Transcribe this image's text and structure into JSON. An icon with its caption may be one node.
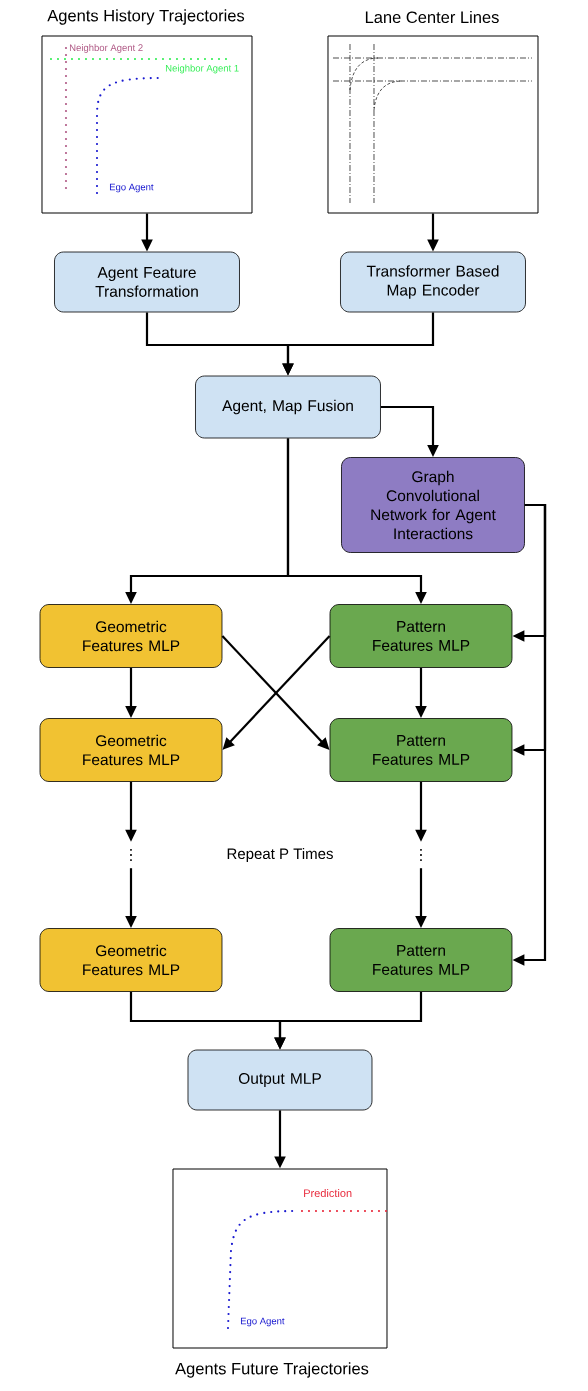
{
  "diagram": {
    "nodes": [
      {
        "text": [
          "Agents History Trajectories",
          "Neighbor Agent 2",
          "Neighbor Agent 1",
          "Ego Agent"
        ]
      },
      {
        "text": [
          "Lane Center Lines"
        ]
      },
      {
        "text": [
          "Agent Feature Transformation"
        ]
      },
      {
        "text": [
          "Transformer Based Map Encoder"
        ]
      },
      {
        "text": [
          "Agent, Map Fusion"
        ]
      },
      {
        "text": [
          "Graph Convolutional Network for Agent Interactions"
        ]
      },
      {
        "text": [
          "Geometric Features MLP"
        ]
      },
      {
        "text": [
          "Pattern Features MLP"
        ]
      },
      {
        "text": [
          "Geometric Features MLP"
        ]
      },
      {
        "text": [
          "Pattern Features MLP"
        ]
      },
      {
        "text": [
          "⋮"
        ]
      },
      {
        "text": [
          "⋮"
        ]
      },
      {
        "text": [
          "Geometric Features MLP"
        ]
      },
      {
        "text": [
          "Pattern Features MLP"
        ]
      },
      {
        "text": [
          "Output MLP"
        ]
      },
      {
        "text": [
          "Prediction",
          "Ego Agent",
          "Agents Future Trajectories"
        ]
      }
    ],
    "edges": [
      {
        "from": 0,
        "to": 2,
        "arrow": "to"
      },
      {
        "from": 1,
        "to": 3,
        "arrow": "to"
      },
      {
        "from": 2,
        "to": 4,
        "arrow": "to"
      },
      {
        "from": 3,
        "to": 4,
        "arrow": "to"
      },
      {
        "from": 4,
        "to": 5,
        "arrow": "to"
      },
      {
        "from": 4,
        "to": 6,
        "arrow": "to"
      },
      {
        "from": 4,
        "to": 7,
        "arrow": "to"
      },
      {
        "from": 5,
        "to": 7,
        "arrow": "to"
      },
      {
        "from": 5,
        "to": 9,
        "arrow": "to"
      },
      {
        "from": 5,
        "to": 13,
        "arrow": "to"
      },
      {
        "from": 6,
        "to": 8,
        "arrow": "to"
      },
      {
        "from": 6,
        "to": 9,
        "arrow": "to"
      },
      {
        "from": 7,
        "to": 8,
        "arrow": "to"
      },
      {
        "from": 7,
        "to": 9,
        "arrow": "to"
      },
      {
        "from": 8,
        "to": 10,
        "arrow": "to"
      },
      {
        "from": 9,
        "to": 11,
        "arrow": "to"
      },
      {
        "from": 10,
        "to": 12,
        "arrow": "to"
      },
      {
        "from": 11,
        "to": 13,
        "arrow": "to"
      },
      {
        "from": 12,
        "to": 14,
        "arrow": "to"
      },
      {
        "from": 13,
        "to": 14,
        "arrow": "to"
      },
      {
        "from": 14,
        "to": 15,
        "arrow": "to"
      }
    ],
    "labels": [
      "Repeat P Times"
    ]
  }
}
